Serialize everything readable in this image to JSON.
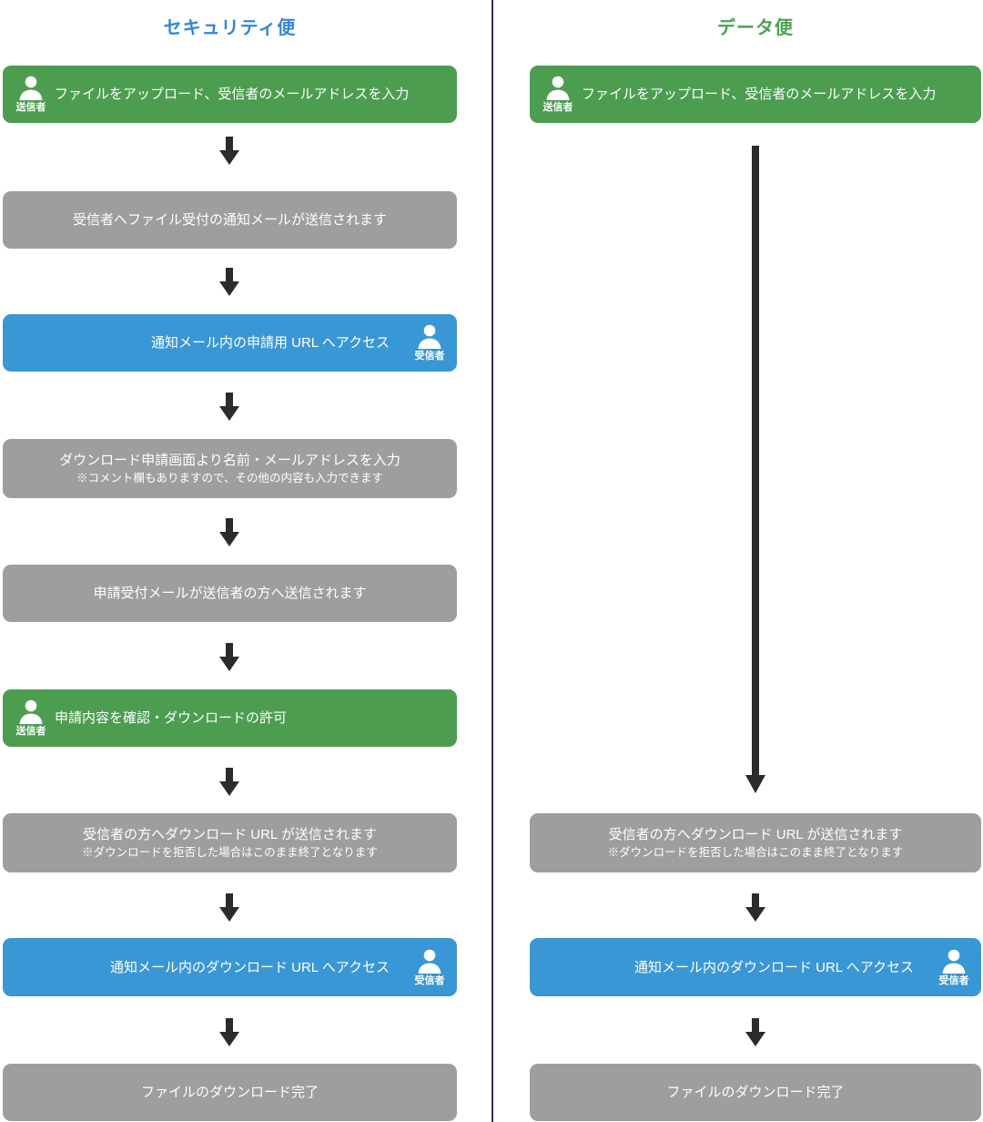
{
  "roles": {
    "sender": "送信者",
    "receiver": "受信者"
  },
  "colors": {
    "title_blue": "#3486DB",
    "title_green": "#4DA24F",
    "box_green": "#4D9D51",
    "box_blue": "#3A97D6",
    "box_gray": "#9E9E9E",
    "box_text": "#FFFFFF",
    "arrow": "#2B2B2B",
    "divider": "#293061"
  },
  "diagram": {
    "columns": [
      {
        "id": "security",
        "title": "セキュリティ便",
        "steps": [
          {
            "type": "green",
            "actor": "送信者",
            "text": "ファイルをアップロード、受信者のメールアドレスを入力"
          },
          {
            "type": "gray",
            "text": "受信者へファイル受付の通知メールが送信されます"
          },
          {
            "type": "blue",
            "actor": "受信者",
            "text": "通知メール内の申請用 URL へアクセス"
          },
          {
            "type": "gray",
            "text": "ダウンロード申請画面より名前・メールアドレスを入力",
            "note": "※コメント欄もありますので、その他の内容も入力できます"
          },
          {
            "type": "gray",
            "text": "申請受付メールが送信者の方へ送信されます"
          },
          {
            "type": "green",
            "actor": "送信者",
            "text": "申請内容を確認・ダウンロードの許可"
          },
          {
            "type": "gray",
            "text": "受信者の方へダウンロード URL が送信されます",
            "note": "※ダウンロードを拒否した場合はこのまま終了となります"
          },
          {
            "type": "blue",
            "actor": "受信者",
            "text": "通知メール内のダウンロード URL へアクセス"
          },
          {
            "type": "gray",
            "text": "ファイルのダウンロード完了"
          }
        ]
      },
      {
        "id": "data",
        "title": "データ便",
        "steps": [
          {
            "type": "green",
            "actor": "送信者",
            "text": "ファイルをアップロード、受信者のメールアドレスを入力"
          },
          {
            "type": "gray",
            "text": "受信者の方へダウンロード URL が送信されます",
            "note": "※ダウンロードを拒否した場合はこのまま終了となります"
          },
          {
            "type": "blue",
            "actor": "受信者",
            "text": "通知メール内のダウンロード URL へアクセス"
          },
          {
            "type": "gray",
            "text": "ファイルのダウンロード完了"
          }
        ]
      }
    ]
  }
}
